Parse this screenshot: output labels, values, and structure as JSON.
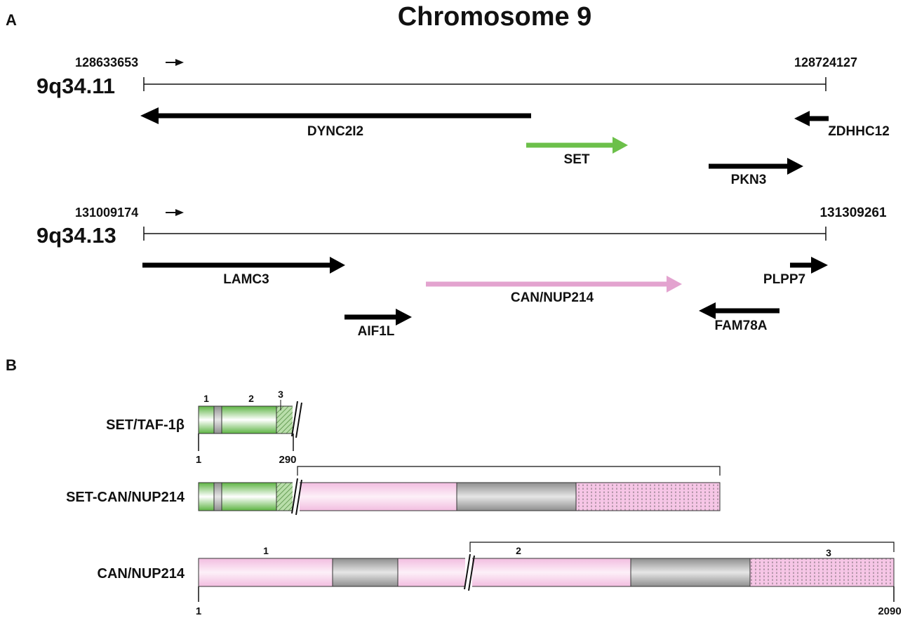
{
  "panel_a": {
    "label": "A",
    "title": "Chromosome 9",
    "tracks": [
      {
        "band": "9q34.11",
        "start": "128633653",
        "end": "128724127",
        "genes": [
          {
            "name": "DYNC2I2",
            "direction": "reverse",
            "color": "#000000"
          },
          {
            "name": "SET",
            "direction": "forward",
            "color": "#6cc04a"
          },
          {
            "name": "ZDHHC12",
            "direction": "reverse",
            "color": "#000000"
          },
          {
            "name": "PKN3",
            "direction": "forward",
            "color": "#000000"
          }
        ]
      },
      {
        "band": "9q34.13",
        "start": "131009174",
        "end": "131309261",
        "genes": [
          {
            "name": "LAMC3",
            "direction": "forward",
            "color": "#000000"
          },
          {
            "name": "CAN/NUP214",
            "direction": "forward",
            "color": "#e3a3cf"
          },
          {
            "name": "PLPP7",
            "direction": "forward",
            "color": "#000000"
          },
          {
            "name": "AIF1L",
            "direction": "forward",
            "color": "#000000"
          },
          {
            "name": "FAM78A",
            "direction": "reverse",
            "color": "#000000"
          }
        ]
      }
    ]
  },
  "panel_b": {
    "label": "B",
    "proteins": [
      {
        "name": "SET/TAF-1β",
        "domain_labels": [
          "1",
          "2",
          "3"
        ],
        "start": "1",
        "end": "290"
      },
      {
        "name": "SET-CAN/NUP214"
      },
      {
        "name": "CAN/NUP214",
        "domain_labels": [
          "1",
          "2",
          "3"
        ],
        "start": "1",
        "end": "2090"
      }
    ]
  },
  "colors": {
    "set_green": "#6cc04a",
    "can_pink": "#f6c6e6",
    "grey_domain": "#a9a9a9"
  }
}
